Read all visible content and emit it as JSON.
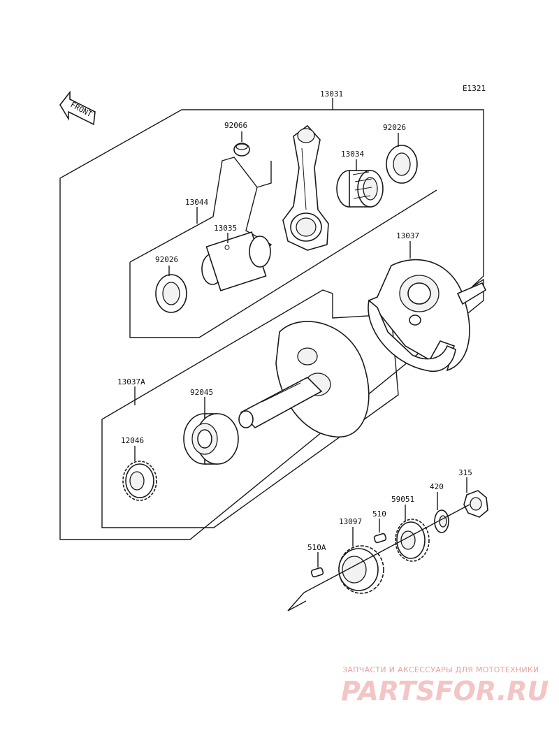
{
  "diagram_code": "E1321",
  "front_label": "FRONT",
  "parts": {
    "crankshaft_assy": "13031",
    "small_end_bushing": "92066",
    "connecting_rod": "13034",
    "thrust_washer_right": "92026",
    "crankpin_set": "13044",
    "crankpin": "13035",
    "thrust_washer_left": "92026",
    "flywheel_right": "13037",
    "flywheel_left": "13037A",
    "ball_bearing": "92045",
    "crank_gear": "12046",
    "primary_gear": "13097",
    "key_510": "510",
    "key_510a": "510A",
    "drive_gear": "59051",
    "washer": "420",
    "nut": "315"
  },
  "watermark": {
    "tagline": "ЗАПЧАСТИ И АКСЕССУАРЫ ДЛЯ МОТОТЕХНИКИ",
    "logo": "PARTSFOR.RU"
  }
}
